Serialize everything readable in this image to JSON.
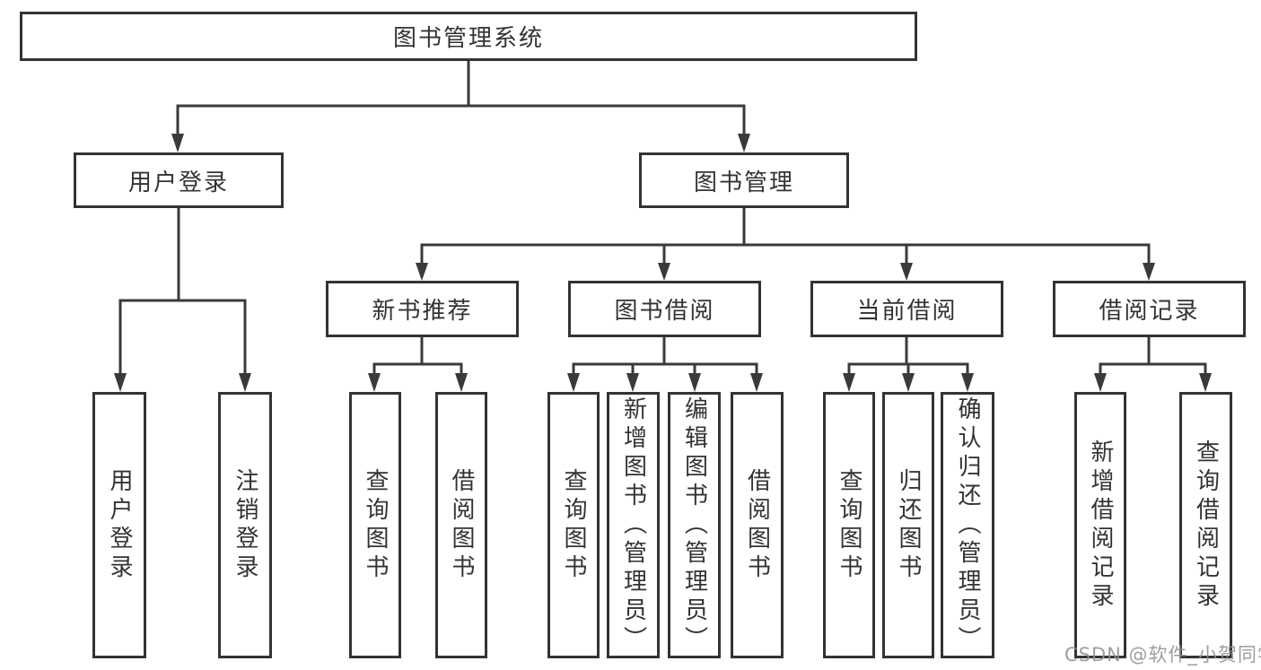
{
  "diagram": {
    "kind": "hierarchy-tree",
    "background": "#ffffff",
    "border_color": "#333333",
    "line_color": "#3a3a3a",
    "text_color": "#333333",
    "watermark_color": "#919191"
  },
  "nodes": {
    "root": {
      "label": "图书管理系统"
    },
    "level2": [
      {
        "id": "user-login",
        "label": "用户登录"
      },
      {
        "id": "book-management",
        "label": "图书管理"
      }
    ],
    "level3": [
      {
        "id": "new-book-recommend",
        "label": "新书推荐",
        "parent": "图书管理"
      },
      {
        "id": "book-borrow",
        "label": "图书借阅",
        "parent": "图书管理"
      },
      {
        "id": "current-borrow",
        "label": "当前借阅",
        "parent": "图书管理"
      },
      {
        "id": "borrow-records",
        "label": "借阅记录",
        "parent": "图书管理"
      }
    ],
    "leaves": [
      {
        "id": "user-login-leaf",
        "label": "用户登录",
        "parent": "用户登录"
      },
      {
        "id": "logout",
        "label": "注销登录",
        "parent": "用户登录"
      },
      {
        "id": "query-books-recommend",
        "label": "查询图书",
        "parent": "新书推荐"
      },
      {
        "id": "borrow-books-recommend",
        "label": "借阅图书",
        "parent": "新书推荐"
      },
      {
        "id": "query-books-borrow",
        "label": "查询图书",
        "parent": "图书借阅"
      },
      {
        "id": "add-books-admin",
        "label": "新增图书（管理员）",
        "parent": "图书借阅"
      },
      {
        "id": "edit-books-admin",
        "label": "编辑图书（管理员）",
        "parent": "图书借阅"
      },
      {
        "id": "borrow-books-borrow",
        "label": "借阅图书",
        "parent": "图书借阅"
      },
      {
        "id": "query-books-current",
        "label": "查询图书",
        "parent": "当前借阅"
      },
      {
        "id": "return-books",
        "label": "归还图书",
        "parent": "当前借阅"
      },
      {
        "id": "confirm-return-admin",
        "label": "确认归还（管理员）",
        "parent": "当前借阅"
      },
      {
        "id": "add-borrow-record",
        "label": "新增借阅记录",
        "parent": "借阅记录"
      },
      {
        "id": "query-borrow-record",
        "label": "查询借阅记录",
        "parent": "借阅记录"
      }
    ]
  },
  "watermark": {
    "text": "CSDN @软件_小贺同学"
  }
}
